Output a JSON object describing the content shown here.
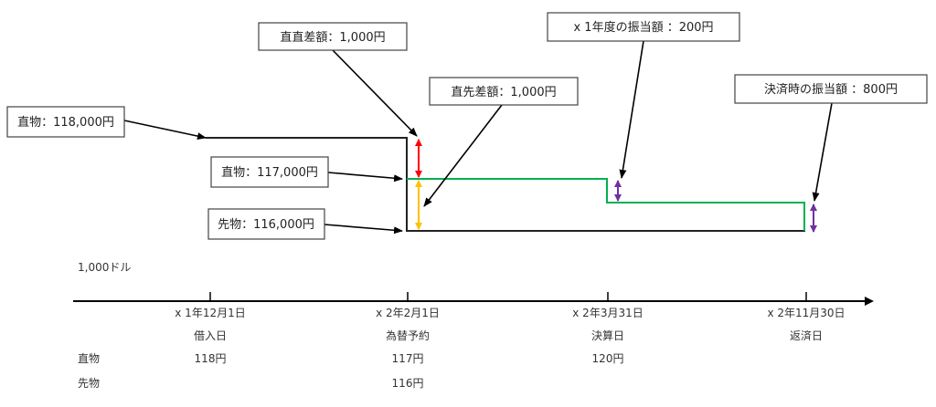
{
  "callouts": {
    "spot_spot_diff": "直直差額：1,000円",
    "spot_118": "直物：118,000円",
    "spot_117": "直物：117,000円",
    "forward_116": "先物：116,000円",
    "spot_forward_diff": "直先差額：1,000円",
    "x1_allocation": "x 1年度の振当額 ：200円",
    "settlement_allocation": "決済時の振当額 ：800円"
  },
  "amount_label": "1,000ドル",
  "timeline": [
    {
      "date": "x 1年12月1日",
      "event": "借入日",
      "spot": "118円",
      "forward": ""
    },
    {
      "date": "x 2年2月1日",
      "event": "為替予約",
      "spot": "117円",
      "forward": "116円"
    },
    {
      "date": "x 2年3月31日",
      "event": "決算日",
      "spot": "120円",
      "forward": ""
    },
    {
      "date": "x 2年11月30日",
      "event": "返済日",
      "spot": "",
      "forward": ""
    }
  ],
  "row_labels": {
    "spot": "直物",
    "forward": "先物"
  },
  "colors": {
    "spot_diff": "#ff0000",
    "forward_diff": "#ffc000",
    "allocation": "#7030a0",
    "green_line": "#00b050"
  }
}
